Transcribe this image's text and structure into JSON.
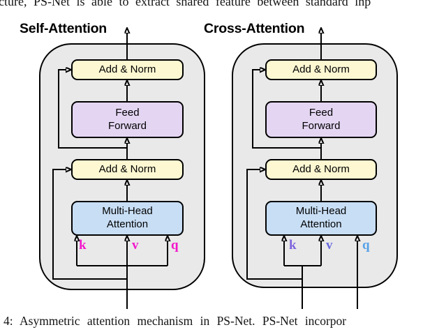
{
  "figure": {
    "top_cropped_text": "cture, PS-Net is able to extract shared feature between standard inp",
    "caption": "4: Asymmetric attention mechanism in PS-Net. PS-Net incorpor"
  },
  "colors": {
    "container_fill": "#e9e9e9",
    "add_norm_fill": "#fdf8d2",
    "feed_forward_fill": "#e4d6f3",
    "attention_fill": "#c8def5",
    "self_kvq": "#f316cc",
    "cross_k": "#7d63dd",
    "cross_v": "#6a6adf",
    "cross_q": "#55a1e8"
  },
  "diagrams": [
    {
      "title": "Self-Attention",
      "add_norm_top": "Add & Norm",
      "feed_forward_line1": "Feed",
      "feed_forward_line2": "Forward",
      "add_norm_bottom": "Add & Norm",
      "attention_line1": "Multi-Head",
      "attention_line2": "Attention",
      "k": "k",
      "v": "v",
      "q": "q"
    },
    {
      "title": "Cross-Attention",
      "add_norm_top": "Add & Norm",
      "feed_forward_line1": "Feed",
      "feed_forward_line2": "Forward",
      "add_norm_bottom": "Add & Norm",
      "attention_line1": "Multi-Head",
      "attention_line2": "Attention",
      "k": "k",
      "v": "v",
      "q": "q"
    }
  ]
}
